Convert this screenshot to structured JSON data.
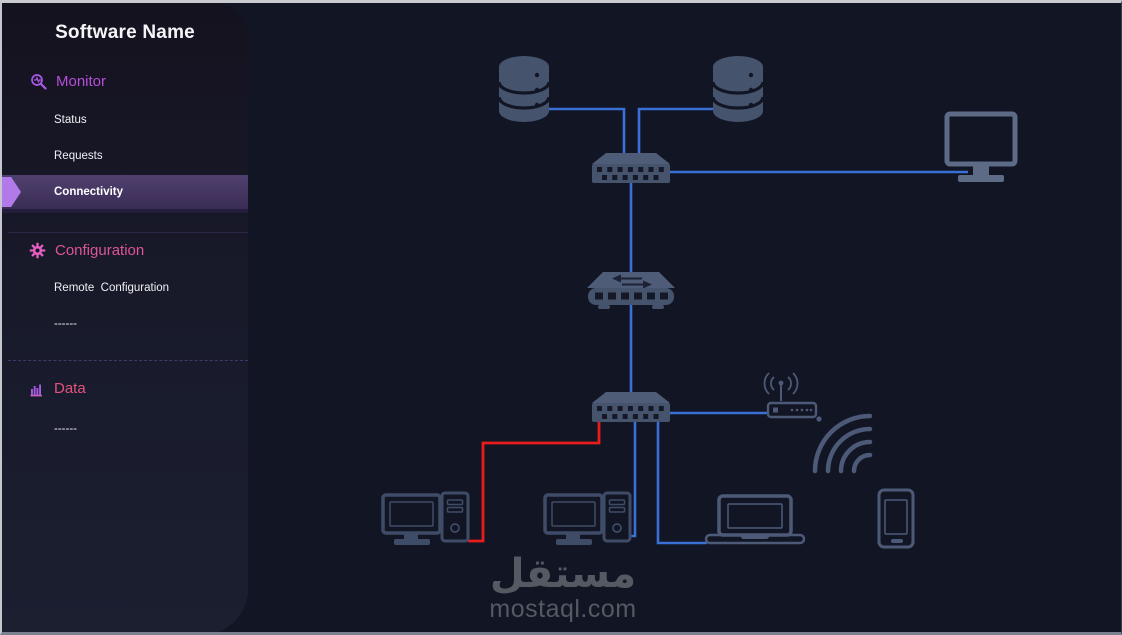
{
  "sidebar": {
    "title": "Software Name",
    "sections": [
      {
        "label": "Monitor",
        "icon": "magnifier-pulse-icon",
        "items": [
          {
            "label": "Status",
            "active": false
          },
          {
            "label": "Requests",
            "active": false
          },
          {
            "label": "Connectivity",
            "active": true
          }
        ]
      },
      {
        "label": "Configuration",
        "icon": "gear-icon",
        "items": [
          {
            "label": "Remote  Configuration",
            "active": false
          },
          {
            "label": "------",
            "active": false
          }
        ]
      },
      {
        "label": "Data",
        "icon": "bar-chart-icon",
        "items": [
          {
            "label": "------",
            "active": false
          }
        ]
      }
    ]
  },
  "diagram": {
    "nodes": [
      {
        "id": "database-1",
        "type": "database"
      },
      {
        "id": "database-2",
        "type": "database"
      },
      {
        "id": "core-switch",
        "type": "switch"
      },
      {
        "id": "admin-monitor",
        "type": "monitor"
      },
      {
        "id": "middle-router",
        "type": "router"
      },
      {
        "id": "access-switch",
        "type": "switch"
      },
      {
        "id": "wireless-router",
        "type": "wireless-router"
      },
      {
        "id": "pc-1",
        "type": "desktop-pc"
      },
      {
        "id": "pc-2",
        "type": "desktop-pc"
      },
      {
        "id": "laptop",
        "type": "laptop"
      },
      {
        "id": "phone",
        "type": "smartphone"
      }
    ],
    "connections": [
      {
        "from": "database-1",
        "to": "core-switch",
        "color": "#3a6fd6"
      },
      {
        "from": "database-2",
        "to": "core-switch",
        "color": "#3a6fd6"
      },
      {
        "from": "core-switch",
        "to": "admin-monitor",
        "color": "#3a6fd6"
      },
      {
        "from": "core-switch",
        "to": "middle-router",
        "color": "#3a6fd6"
      },
      {
        "from": "middle-router",
        "to": "access-switch",
        "color": "#3a6fd6"
      },
      {
        "from": "access-switch",
        "to": "wireless-router",
        "color": "#3a6fd6"
      },
      {
        "from": "access-switch",
        "to": "pc-1",
        "color": "#e81c1c"
      },
      {
        "from": "access-switch",
        "to": "pc-2",
        "color": "#3a6fd6"
      },
      {
        "from": "access-switch",
        "to": "laptop",
        "color": "#3a6fd6"
      }
    ]
  },
  "watermark": {
    "arabic": "مستقل",
    "latin": "mostaql.com"
  },
  "colors": {
    "background": "#121624",
    "sidebar_top": "#15121f",
    "sidebar_bottom": "#1b1f30",
    "active_item_from": "#50406f",
    "active_item_to": "#3a2d55",
    "active_arrow": "#b17ae8",
    "monitor_heading": "#b44fd8",
    "configuration_heading": "#dd5596",
    "data_heading": "#e4527e",
    "device_fill": "#46536d",
    "device_outline": "#4c5a78",
    "line_blue": "#3a6fd6",
    "line_red": "#e81c1c",
    "watermark": "#5a5f68"
  }
}
